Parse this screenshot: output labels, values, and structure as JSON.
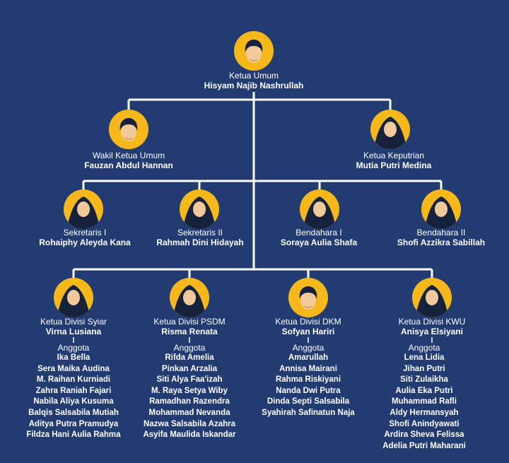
{
  "chairman": {
    "role": "Ketua Umum",
    "name": "Hisyam Najib Nashrullah",
    "avatar": "male-avatar-icon"
  },
  "vice_chairman": {
    "role": "Wakil Ketua Umum",
    "name": "Fauzan Abdul Hannan",
    "avatar": "male-avatar-icon"
  },
  "women_chair": {
    "role": "Ketua Keputrian",
    "name": "Mutia Putri Medina",
    "avatar": "female-avatar-icon"
  },
  "secretary_1": {
    "role": "Sekretaris I",
    "name": "Rohaiphy Aleyda Kana",
    "avatar": "female-avatar-icon"
  },
  "secretary_2": {
    "role": "Sekretaris II",
    "name": "Rahmah Dini Hidayah",
    "avatar": "female-avatar-icon"
  },
  "treasurer_1": {
    "role": "Bendahara I",
    "name": "Soraya Aulia Shafa",
    "avatar": "female-avatar-icon"
  },
  "treasurer_2": {
    "role": "Bendahara II",
    "name": "Shofi Azzikra Sabillah",
    "avatar": "female-avatar-icon"
  },
  "divisions": [
    {
      "role": "Ketua Divisi Syiar",
      "name": "Virna Lusiana",
      "avatar": "female-avatar-icon",
      "members_label": "Anggota",
      "members": [
        "Ika Bella",
        "Sera Maika Audina",
        "M. Raihan Kurniadi",
        "Zahra  Raniah Fajari",
        "Nabila Aliya Kusuma",
        "Balqis Salsabila Mutiah",
        "Aditya Putra Pramudya",
        "Fildza Hani Aulia Rahma"
      ]
    },
    {
      "role": "Ketua Divisi PSDM",
      "name": "Risma Renata",
      "avatar": "female-avatar-icon",
      "members_label": "Anggota",
      "members": [
        "Rifda Amelia",
        "Pinkan Arzalia",
        "Siti Alya Faa'izah",
        "M. Raya Setya Wiby",
        "Ramadhan Razendra",
        "Mohammad Nevanda",
        "Nazwa Salsabila Azahra",
        "Asyifa Maulida Iskandar"
      ]
    },
    {
      "role": "Ketua Divisi DKM",
      "name": "Sofyan Hariri",
      "avatar": "male-avatar-icon",
      "members_label": "Anggota",
      "members": [
        "Amarullah",
        "Annisa Mairani",
        "Rahma Riskiyani",
        "Nanda Dwi Putra",
        "Dinda Septi Salsabila",
        "Syahirah Safinatun Naja"
      ]
    },
    {
      "role": "Ketua Divisi KWU",
      "name": "Anisya Elsiyani",
      "avatar": "female-avatar-icon",
      "members_label": "Anggota",
      "members": [
        "Lena Lidia",
        "Jihan Putri",
        "Siti Zulaikha",
        "Aulia Eka Putri",
        "Muhammad Rafli",
        "Aldy Hermansyah",
        "Shofi Anindyawati",
        "Ardira Sheva Felissa",
        "Adelia Putri Maharani"
      ]
    }
  ],
  "colors": {
    "background": "#223c72",
    "accent": "#f7b81b",
    "line": "#ffffff",
    "skin": "#f1c99a",
    "hair": "#16213c"
  }
}
